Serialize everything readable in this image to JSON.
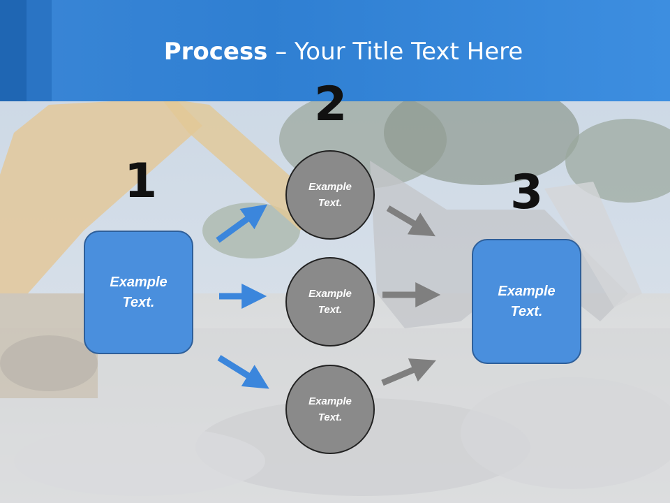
{
  "header": {
    "title_bold": "Process",
    "title_rest": " – Your Title Text Here"
  },
  "steps": [
    {
      "number": "1",
      "box_text_line1": "Example",
      "box_text_line2": "Text."
    },
    {
      "number": "2"
    },
    {
      "number": "3",
      "box_text_line1": "Example",
      "box_text_line2": "Text."
    }
  ],
  "circles": [
    {
      "line1": "Example",
      "line2": "Text."
    },
    {
      "line1": "Example",
      "line2": "Text."
    },
    {
      "line1": "Example",
      "line2": "Text."
    }
  ],
  "colors": {
    "header_blue": "#3a86d6",
    "box_blue": "#4a8fdd",
    "circle_gray": "#8a8a8a",
    "arrow_blue": "#3b86dc",
    "arrow_gray": "#7f7f7f"
  },
  "background": {
    "subject": "construction-demolition-photo-icon"
  }
}
